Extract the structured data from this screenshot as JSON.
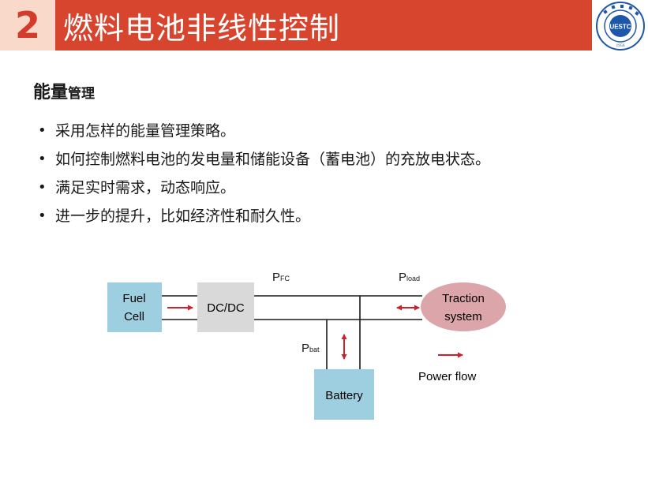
{
  "header": {
    "number": "2",
    "title": "燃料电池非线性控制",
    "colors": {
      "bar": "#d8452f",
      "number_bg": "#f9d9c9",
      "number_text": "#d33c2b"
    }
  },
  "logo": {
    "center_text": "UESTC",
    "year": "1956",
    "icon": "university-seal-icon"
  },
  "section": {
    "title_big": "能量",
    "title_small": "管理"
  },
  "bullets": [
    "采用怎样的能量管理策略。",
    "如何控制燃料电池的发电量和储能设备（蓄电池）的充放电状态。",
    "满足实时需求，动态响应。",
    "进一步的提升，比如经济性和耐久性。"
  ],
  "diagram": {
    "fuel_cell_line1": "Fuel",
    "fuel_cell_line2": "Cell",
    "dcdc": "DC/DC",
    "traction_line1": "Traction",
    "traction_line2": "system",
    "battery": "Battery",
    "pfc_main": "P",
    "pfc_sub": "FC",
    "pload_main": "P",
    "pload_sub": "load",
    "pbat_main": "P",
    "pbat_sub": "bat",
    "legend": "Power flow",
    "colors": {
      "box_blue": "#9dcfe0",
      "box_gray": "#d9d9d9",
      "ellipse": "#dba5a9",
      "arrow": "#d0202a"
    }
  }
}
